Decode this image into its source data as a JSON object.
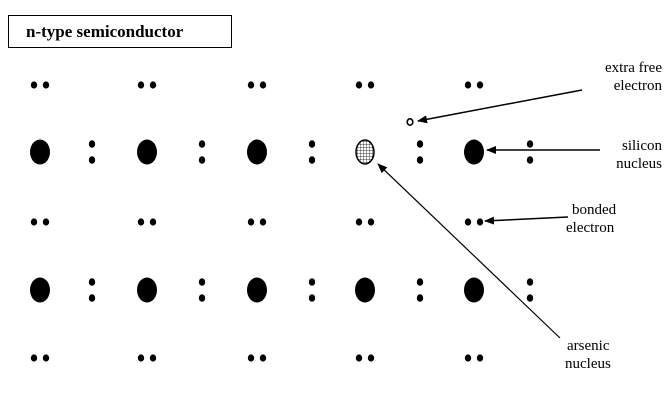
{
  "title": "n-type semiconductor",
  "labels": {
    "extra_free_electron": [
      "extra free",
      "electron"
    ],
    "silicon_nucleus": [
      "silicon",
      "nucleus"
    ],
    "bonded_electron": [
      "bonded",
      "electron"
    ],
    "arsenic_nucleus": [
      "arsenic",
      "nucleus"
    ]
  },
  "lattice": {
    "rows": 2,
    "cols": 5,
    "dopant_position": {
      "row": 1,
      "col": 4
    },
    "nucleus_types": [
      "silicon",
      "arsenic"
    ]
  },
  "colors": {
    "ink": "#000000",
    "background": "#ffffff"
  }
}
